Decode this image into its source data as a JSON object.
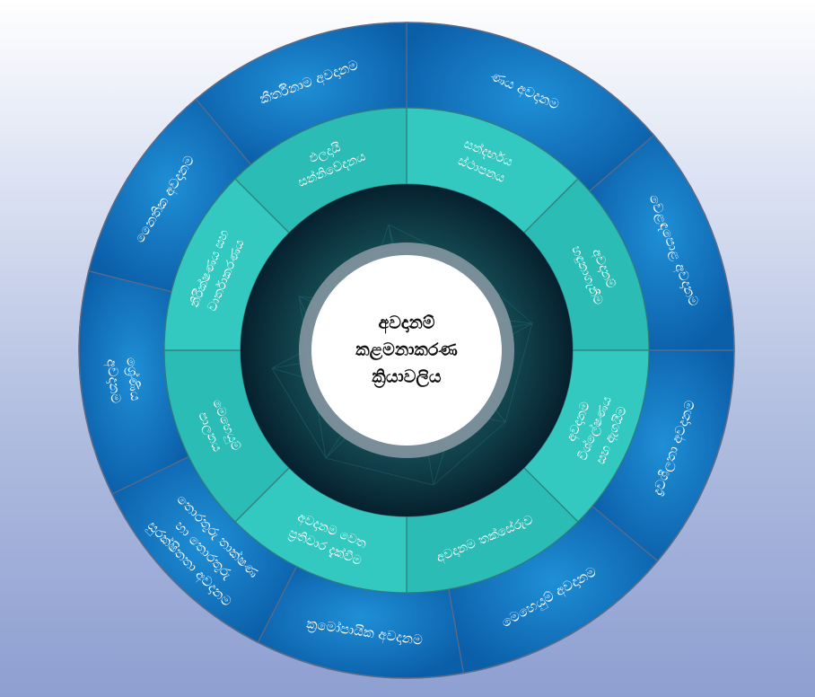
{
  "diagram": {
    "center_label_lines": [
      "අවදානම්",
      "කළමනාකරණ",
      "ක්‍රියාවලිය"
    ],
    "inner_ring": [
      {
        "lines": [
          "සන්දර්භය",
          "ස්ථාපනය"
        ]
      },
      {
        "lines": [
          "අවදානම්",
          "හඳුනාගැනීම"
        ]
      },
      {
        "lines": [
          "අවදානම",
          "විශ්ලේෂණය",
          "සහ ඇගයීම"
        ]
      },
      {
        "lines": [
          "අවදානම තක්සේරුව"
        ]
      },
      {
        "lines": [
          "අවදානම වෙත",
          "ප්‍රතිචාර දැක්වීම"
        ]
      },
      {
        "lines": [
          "මෙහෙයුම්",
          "පාලනය"
        ]
      },
      {
        "lines": [
          "නිරීක්ෂණය සහ",
          "වාර්තාකරණය"
        ]
      },
      {
        "lines": [
          "ඵලදායී",
          "සන්නිවේදනය"
        ]
      }
    ],
    "outer_ring": [
      {
        "lines": [
          "ණය අවදානම"
        ]
      },
      {
        "lines": [
          "වෙළඳපොළ අවදානම"
        ]
      },
      {
        "lines": [
          "ද්‍රවශීලතා අවදානම"
        ]
      },
      {
        "lines": [
          "මෙහෙයුම් අවදානම"
        ]
      },
      {
        "lines": [
          "ක්‍රමෝපායික අවදානම"
        ]
      },
      {
        "lines": [
          "තොරතුරු තාක්ෂණ",
          "හා තොරතුරු",
          "සුරක්ෂිතතා අවදානම"
        ]
      },
      {
        "lines": [
          "ශ්‍රේණිය",
          "අවදානම"
        ]
      },
      {
        "lines": [
          "නෛතික අවදානම"
        ]
      },
      {
        "lines": [
          "කීර්තිනාම අවදානම"
        ]
      }
    ],
    "colors": {
      "outer_ring_light": "#1f8fd6",
      "outer_ring_dark": "#0b5ea8",
      "inner_ring": "#2bbcb5",
      "inner_ring_light": "#33c9c1",
      "core_dark": "#06202e",
      "core_glow": "#2a8c8c",
      "halo": "#8b9aa4",
      "center_fill": "#ffffff",
      "outline": "#5e6b86"
    }
  }
}
